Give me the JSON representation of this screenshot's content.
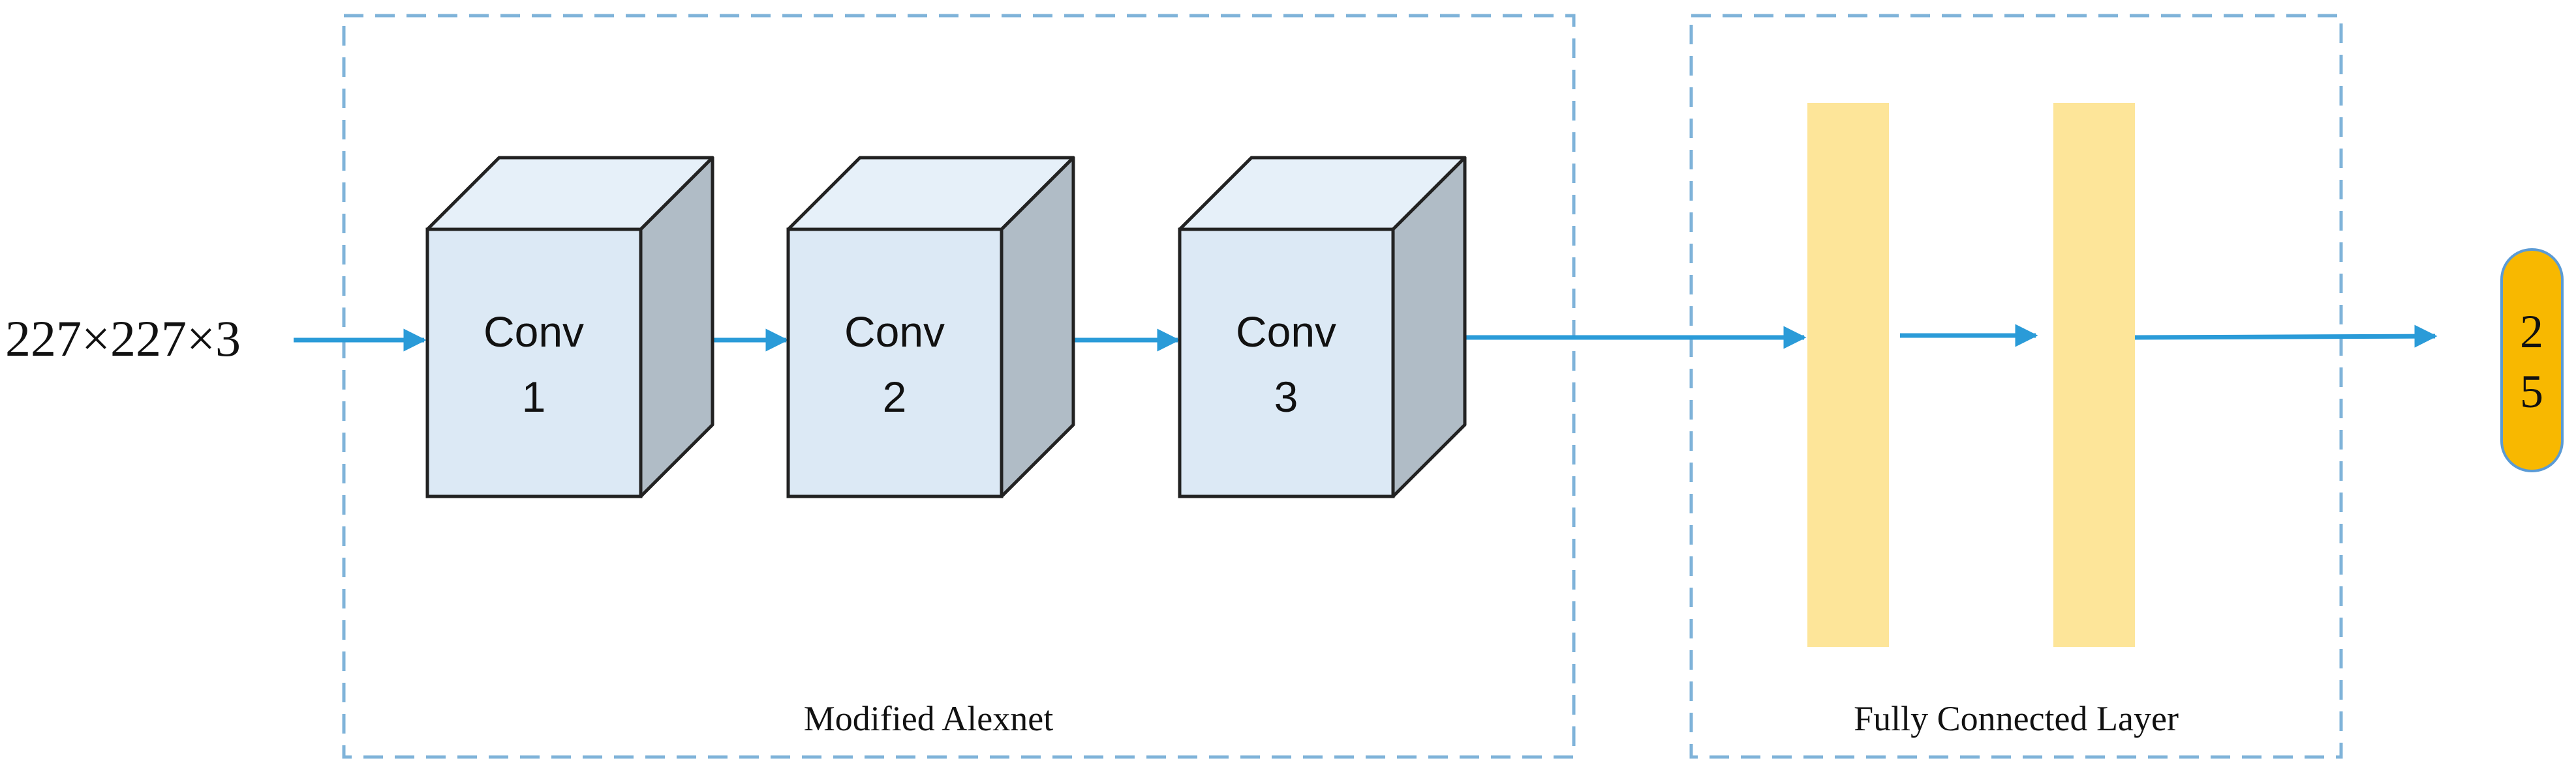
{
  "input": {
    "label": "227×227×3"
  },
  "groups": {
    "alexnet": {
      "label": "Modified Alexnet"
    },
    "fully_connected": {
      "label": "Fully Connected Layer"
    }
  },
  "conv_blocks": [
    {
      "line1": "Conv",
      "line2": "1"
    },
    {
      "line1": "Conv",
      "line2": "2"
    },
    {
      "line1": "Conv",
      "line2": "3"
    }
  ],
  "output": {
    "line1": "2",
    "line2": "5"
  },
  "colors": {
    "arrow": "#2a9bd8",
    "dashed_border": "#7fb3d9",
    "cube_front": "#dce9f5",
    "cube_top": "#e6f0f9",
    "cube_side": "#b0bcc6",
    "cube_edge": "#222222",
    "fc_bar": "#fde599",
    "output_fill": "#f8b800",
    "output_stroke": "#5b9bd5"
  }
}
